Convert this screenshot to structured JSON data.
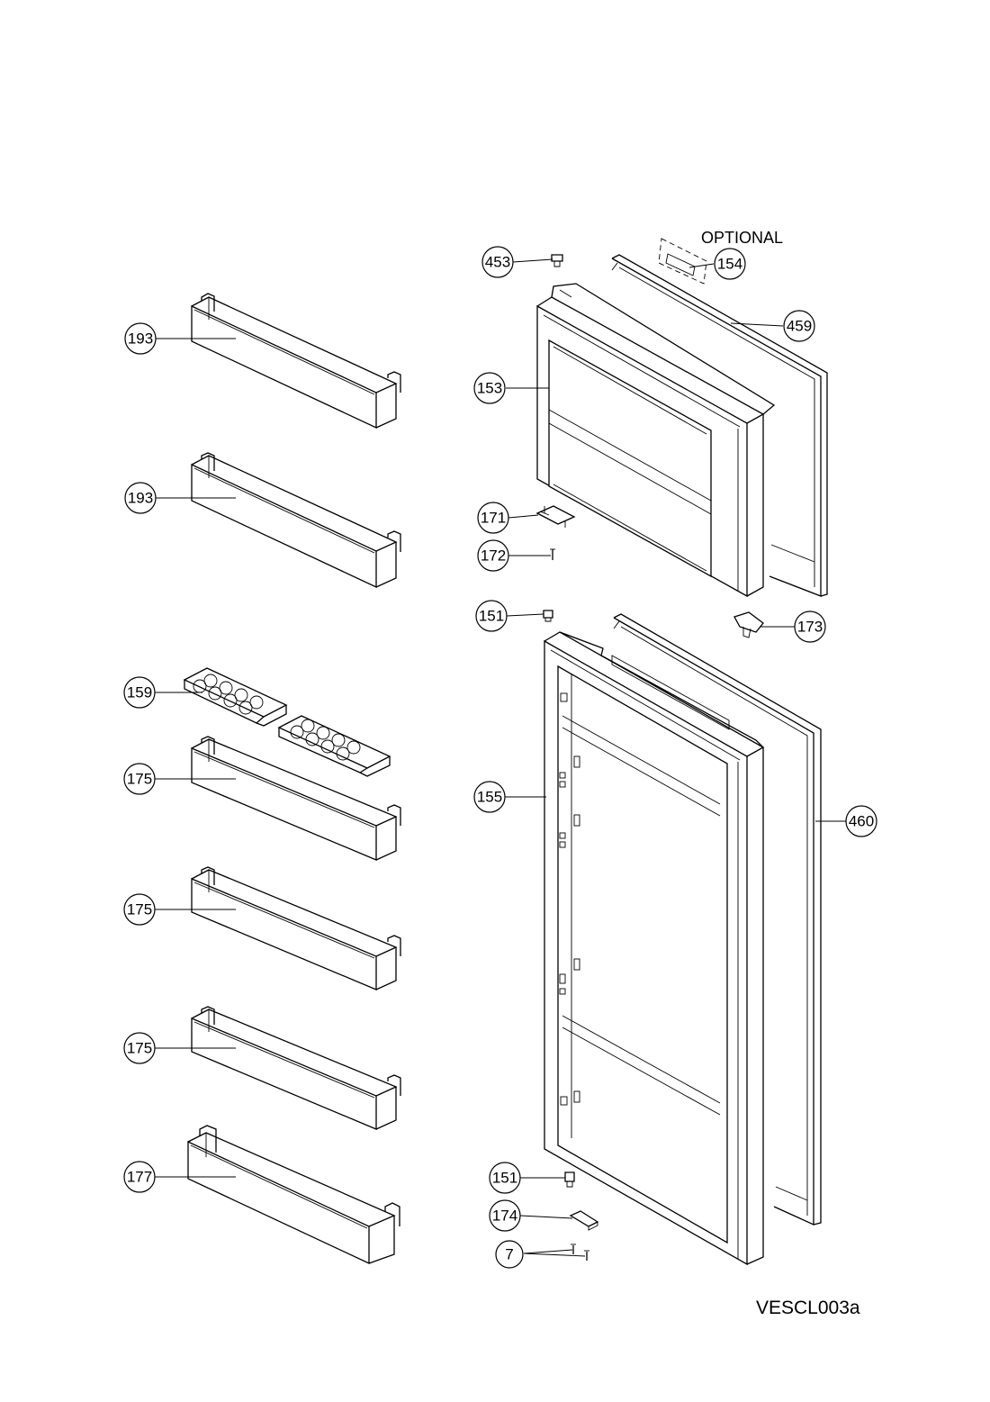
{
  "diagram": {
    "optional_label": "OPTIONAL",
    "drawing_code": "VESCL003a",
    "callouts": [
      {
        "id": "c453",
        "label": "453"
      },
      {
        "id": "c154",
        "label": "154"
      },
      {
        "id": "c459",
        "label": "459"
      },
      {
        "id": "c153",
        "label": "153"
      },
      {
        "id": "c171",
        "label": "171"
      },
      {
        "id": "c172",
        "label": "172"
      },
      {
        "id": "c151a",
        "label": "151"
      },
      {
        "id": "c173",
        "label": "173"
      },
      {
        "id": "c155",
        "label": "155"
      },
      {
        "id": "c460",
        "label": "460"
      },
      {
        "id": "c151b",
        "label": "151"
      },
      {
        "id": "c174",
        "label": "174"
      },
      {
        "id": "c7",
        "label": "7"
      },
      {
        "id": "c193a",
        "label": "193"
      },
      {
        "id": "c193b",
        "label": "193"
      },
      {
        "id": "c159",
        "label": "159"
      },
      {
        "id": "c175a",
        "label": "175"
      },
      {
        "id": "c175b",
        "label": "175"
      },
      {
        "id": "c175c",
        "label": "175"
      },
      {
        "id": "c177",
        "label": "177"
      }
    ]
  }
}
